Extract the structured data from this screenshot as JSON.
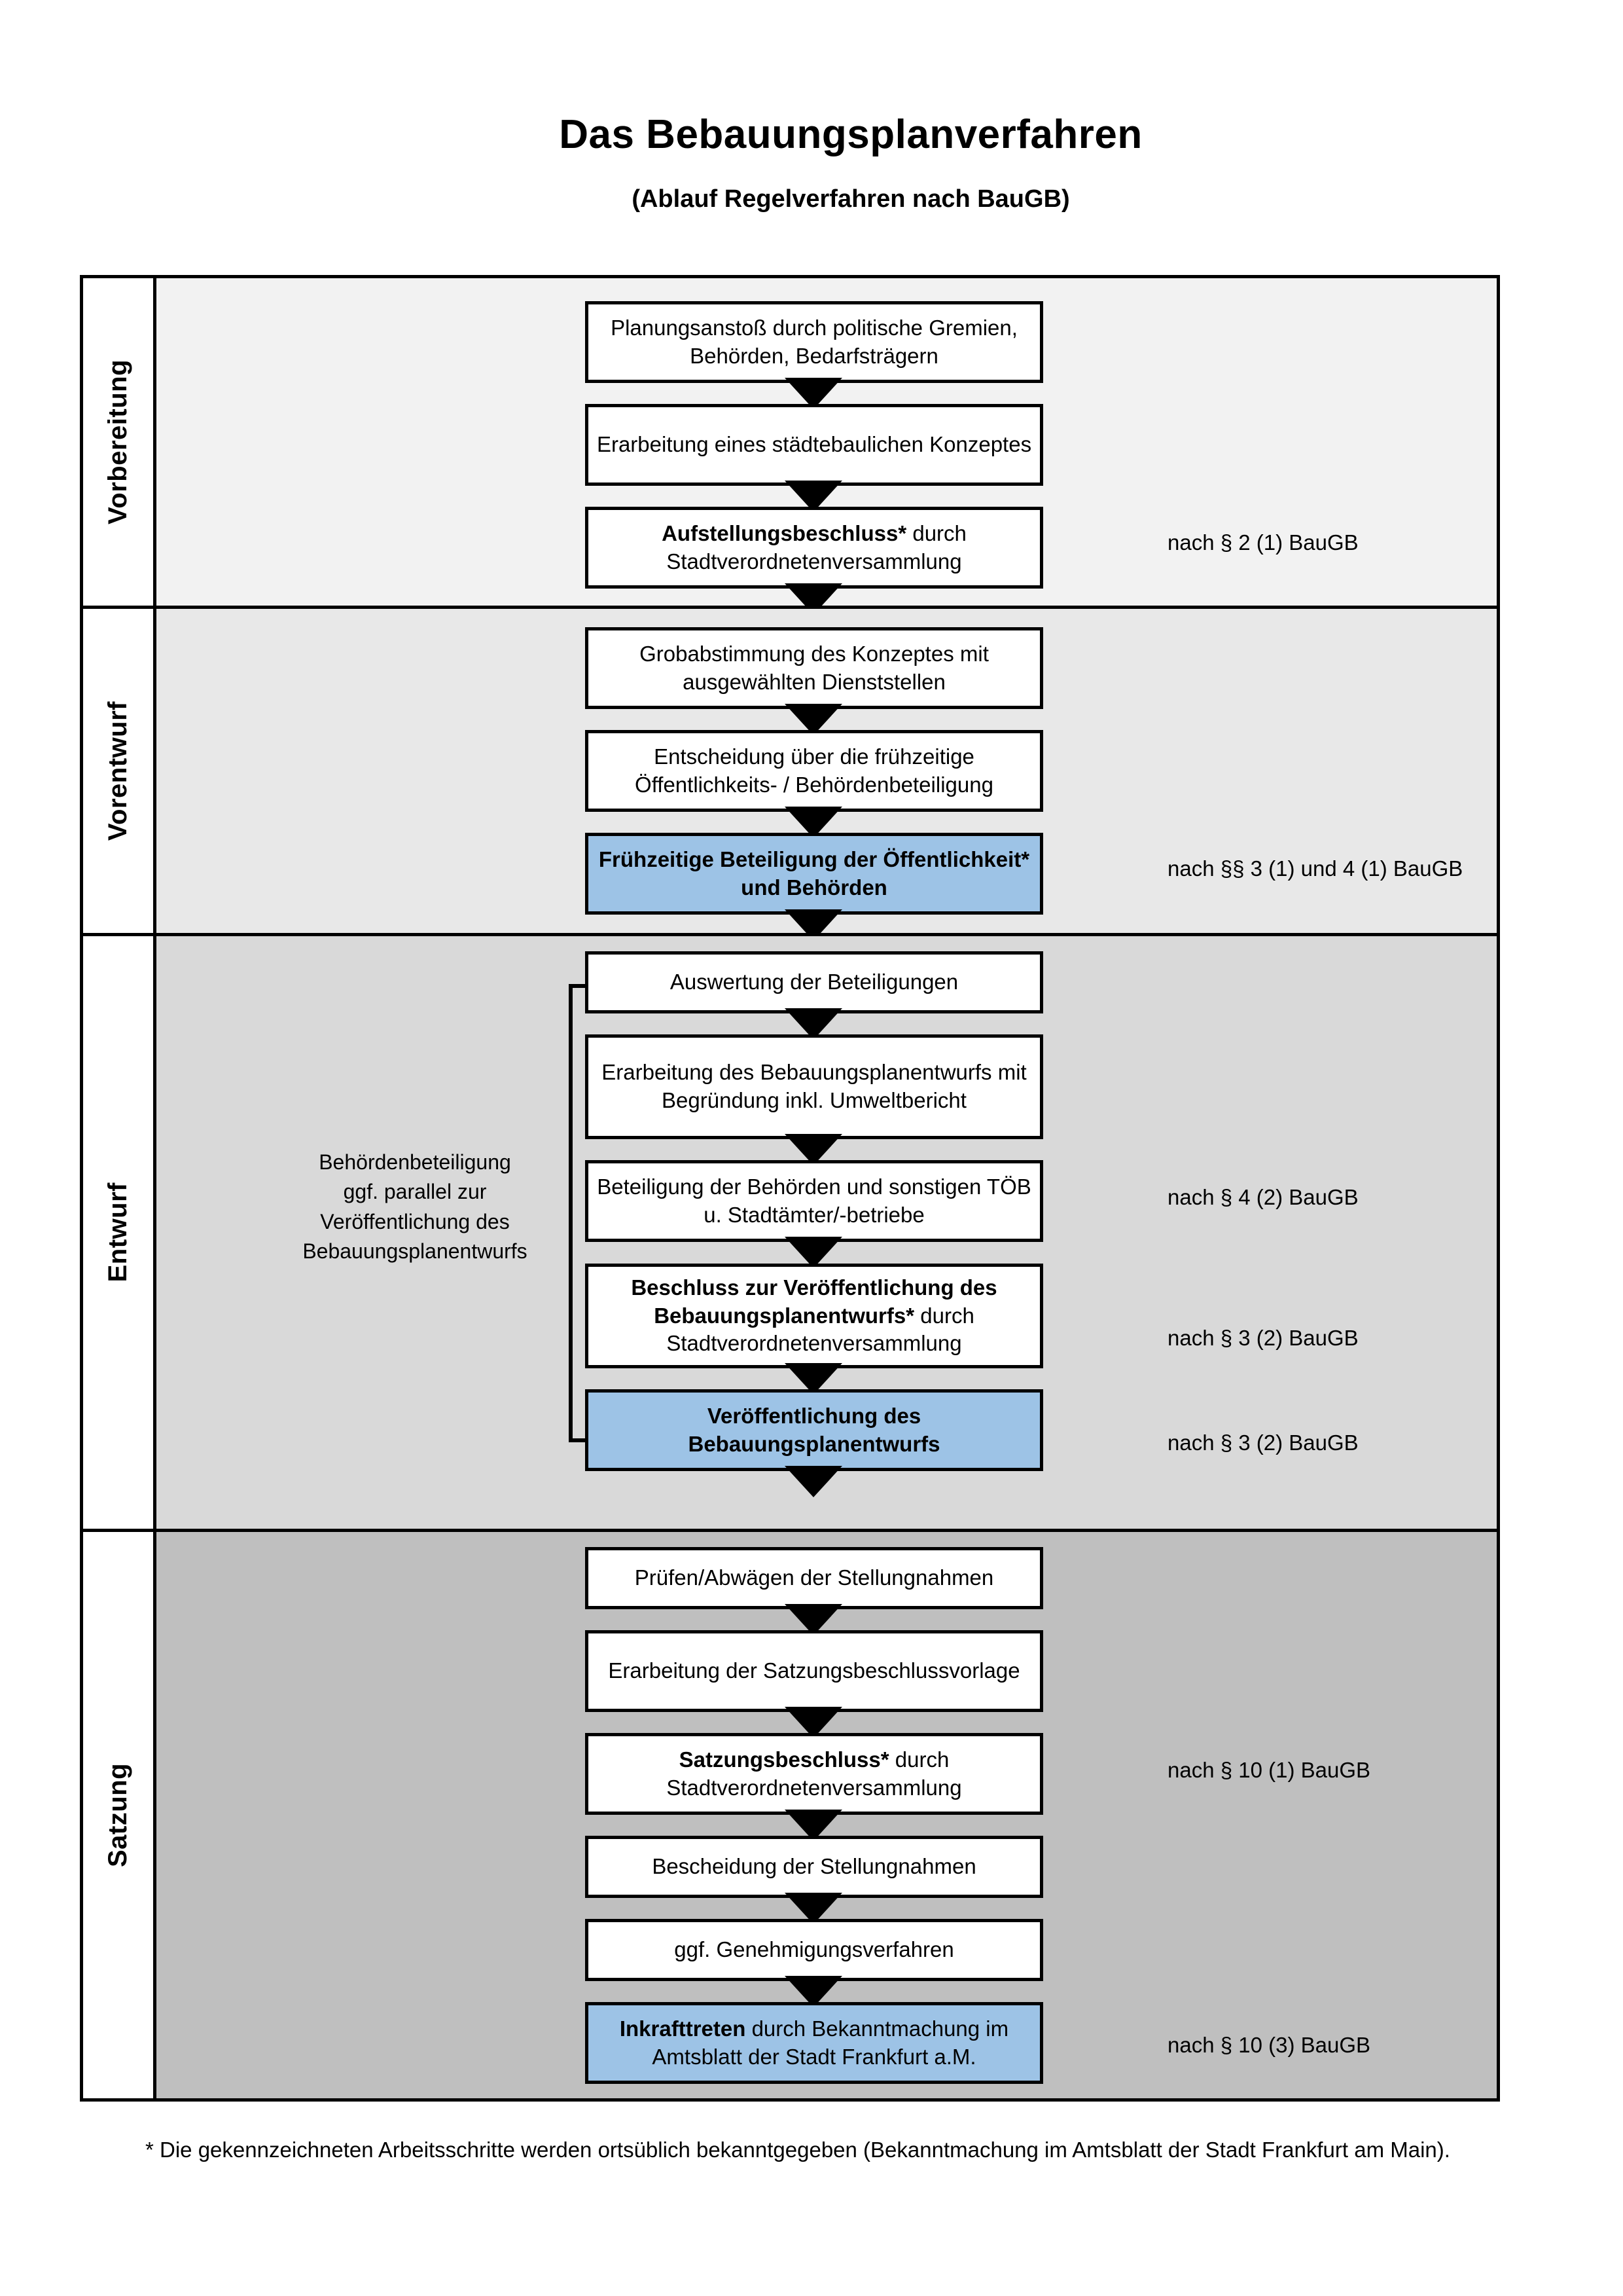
{
  "header": {
    "title": "Das Bebauungsplanverfahren",
    "subtitle": "(Ablauf Regelverfahren nach BauGB)"
  },
  "phases": [
    {
      "label": "Vorbereitung"
    },
    {
      "label": "Vorentwurf"
    },
    {
      "label": "Entwurf"
    },
    {
      "label": "Satzung"
    }
  ],
  "steps": [
    {
      "id": "s1",
      "phase": "Vorbereitung",
      "highlight": false,
      "bold_prefix": "",
      "text": "Planungsanstoß durch politische Gremien, Behörden, Bedarfsträgern"
    },
    {
      "id": "s2",
      "phase": "Vorbereitung",
      "highlight": false,
      "bold_prefix": "",
      "text": "Erarbeitung eines städtebaulichen Konzeptes"
    },
    {
      "id": "s3",
      "phase": "Vorbereitung",
      "highlight": false,
      "bold_prefix": "Aufstellungsbeschluss*",
      "text": " durch Stadtverordnetenversammlung"
    },
    {
      "id": "s4",
      "phase": "Vorentwurf",
      "highlight": false,
      "bold_prefix": "",
      "text": "Grobabstimmung des Konzeptes mit ausgewählten Dienststellen"
    },
    {
      "id": "s5",
      "phase": "Vorentwurf",
      "highlight": false,
      "bold_prefix": "",
      "text": "Entscheidung über die frühzeitige Öffentlichkeits- / Behördenbeteiligung"
    },
    {
      "id": "s6",
      "phase": "Vorentwurf",
      "highlight": true,
      "bold_prefix": "Frühzeitige Beteiligung der Öffentlichkeit* und Behörden",
      "text": ""
    },
    {
      "id": "s7",
      "phase": "Entwurf",
      "highlight": false,
      "bold_prefix": "",
      "text": "Auswertung der Beteiligungen"
    },
    {
      "id": "s8",
      "phase": "Entwurf",
      "highlight": false,
      "bold_prefix": "",
      "text": "Erarbeitung des Bebauungsplanentwurfs mit Begründung inkl. Umweltbericht"
    },
    {
      "id": "s9",
      "phase": "Entwurf",
      "highlight": false,
      "bold_prefix": "",
      "text": "Beteiligung der Behörden und sonstigen TÖB u. Stadtämter/-betriebe"
    },
    {
      "id": "s10",
      "phase": "Entwurf",
      "highlight": false,
      "bold_prefix": "Beschluss zur Veröffentlichung des Bebauungsplanentwurfs*",
      "text": " durch Stadtverordnetenversammlung"
    },
    {
      "id": "s11",
      "phase": "Entwurf",
      "highlight": true,
      "bold_prefix": "Veröffentlichung des Bebauungsplanentwurfs",
      "text": ""
    },
    {
      "id": "s12",
      "phase": "Satzung",
      "highlight": false,
      "bold_prefix": "",
      "text": "Prüfen/Abwägen der Stellungnahmen"
    },
    {
      "id": "s13",
      "phase": "Satzung",
      "highlight": false,
      "bold_prefix": "",
      "text": "Erarbeitung der Satzungsbeschlussvorlage"
    },
    {
      "id": "s14",
      "phase": "Satzung",
      "highlight": false,
      "bold_prefix": "Satzungsbeschluss*",
      "text": " durch Stadtverordnetenversammlung"
    },
    {
      "id": "s15",
      "phase": "Satzung",
      "highlight": false,
      "bold_prefix": "",
      "text": "Bescheidung der Stellungnahmen"
    },
    {
      "id": "s16",
      "phase": "Satzung",
      "highlight": false,
      "bold_prefix": "",
      "text": "ggf. Genehmigungsverfahren"
    },
    {
      "id": "s17",
      "phase": "Satzung",
      "highlight": true,
      "bold_prefix": "Inkrafttreten",
      "text": " durch Bekanntmachung im Amtsblatt der Stadt Frankfurt a.M."
    }
  ],
  "side_note": {
    "text": "Behördenbeteiligung\nggf. parallel zur\nVeröffentlichung des\nBebauungsplanentwurfs"
  },
  "law_refs": [
    {
      "id": "l1",
      "text": "nach § 2 (1) BauGB"
    },
    {
      "id": "l2",
      "text": "nach §§ 3 (1) und 4 (1) BauGB"
    },
    {
      "id": "l3",
      "text": "nach § 4 (2) BauGB"
    },
    {
      "id": "l4",
      "text": "nach § 3 (2) BauGB"
    },
    {
      "id": "l5",
      "text": "nach § 3 (2) BauGB"
    },
    {
      "id": "l6",
      "text": "nach § 10 (1) BauGB"
    },
    {
      "id": "l7",
      "text": "nach § 10 (3) BauGB"
    }
  ],
  "footnote": {
    "text": "* Die gekennzeichneten Arbeitsschritte werden ortsüblich bekanntgegeben (Bekanntmachung im Amtsblatt  der Stadt Frankfurt am Main)."
  },
  "colors": {
    "highlight_fill": "#9DC3E6",
    "band_vorbereitung": "#F2F2F2",
    "band_vorentwurf": "#E8E8E8",
    "band_entwurf": "#D9D9D9",
    "band_satzung": "#BFBFBF",
    "stroke": "#000000"
  }
}
